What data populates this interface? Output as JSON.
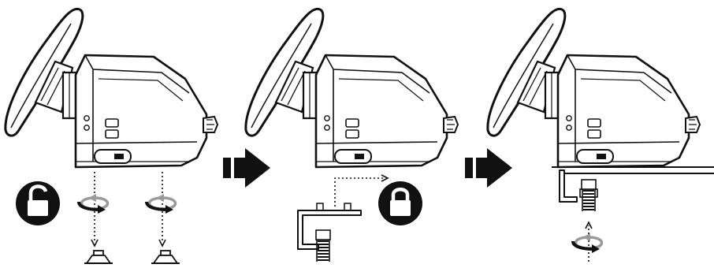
{
  "diagram": {
    "panels": [
      {
        "id": "step-1",
        "lock_state": "unlocked",
        "rotation_icons": 2,
        "suction_feet": 2
      },
      {
        "id": "step-2",
        "lock_state": "locked",
        "clamp": "inserted"
      },
      {
        "id": "step-3",
        "mount": "table-clamp",
        "rotation_icons": 1
      }
    ],
    "transitions": [
      "right-arrow-icon",
      "right-arrow-icon"
    ],
    "colors": {
      "ink": "#111111",
      "fill": "#ffffff",
      "rotation_gray": "#9a9a9a"
    }
  }
}
